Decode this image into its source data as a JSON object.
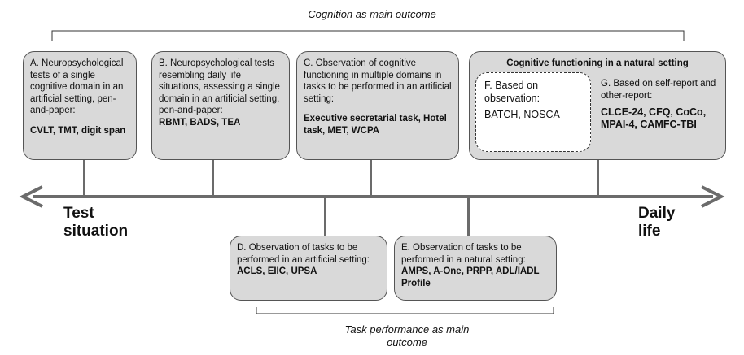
{
  "top_outcome": "Cognition as main outcome",
  "bottom_outcome_line1": "Task performance as main",
  "bottom_outcome_line2": "outcome",
  "left_label_line1": "Test",
  "left_label_line2": "situation",
  "right_label_line1": "Daily",
  "right_label_line2": "life",
  "box_a": {
    "text": "A. Neuropsychological tests of a single cognitive domain in an artificial setting, pen-and-paper:",
    "bold": "CVLT, TMT, digit span"
  },
  "box_b": {
    "text": "B. Neuropsychological tests resembling daily life situations, assessing a single domain in an artificial setting, pen-and-paper:",
    "bold": "RBMT, BADS, TEA"
  },
  "box_c": {
    "text": "C. Observation of cognitive functioning in multiple domains in tasks to be performed in an artificial setting:",
    "bold": "Executive secretarial task, Hotel task, MET, WCPA"
  },
  "box_natural": {
    "title": "Cognitive functioning in a natural setting"
  },
  "box_f": {
    "text": "F. Based on observation:",
    "bold": "BATCH, NOSCA"
  },
  "box_g": {
    "text": "G. Based on self-report and other-report:",
    "bold": "CLCE-24, CFQ, CoCo, MPAI-4, CAMFC-TBI"
  },
  "box_d": {
    "text": "D. Observation of tasks to be performed in an artificial setting:",
    "bold": "ACLS, EIIC, UPSA"
  },
  "box_e": {
    "text": "E. Observation of tasks to be performed in a natural setting:",
    "bold": "AMPS, A-One, PRPP, ADL/IADL Profile"
  },
  "colors": {
    "box_fill": "#d9d9d9",
    "axis": "#6b6b6b",
    "border": "#555555"
  }
}
